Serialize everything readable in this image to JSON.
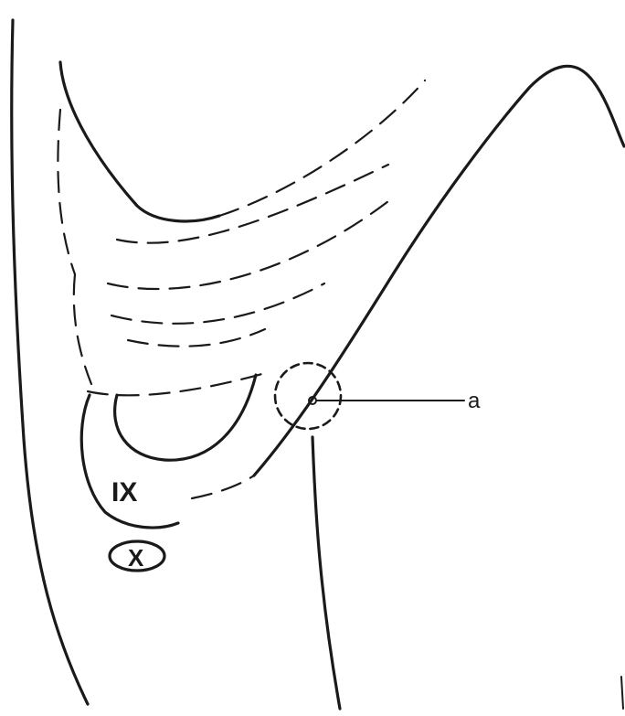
{
  "labels": {
    "rib_ix": "IX",
    "rib_x": "X",
    "point_a": "a"
  }
}
